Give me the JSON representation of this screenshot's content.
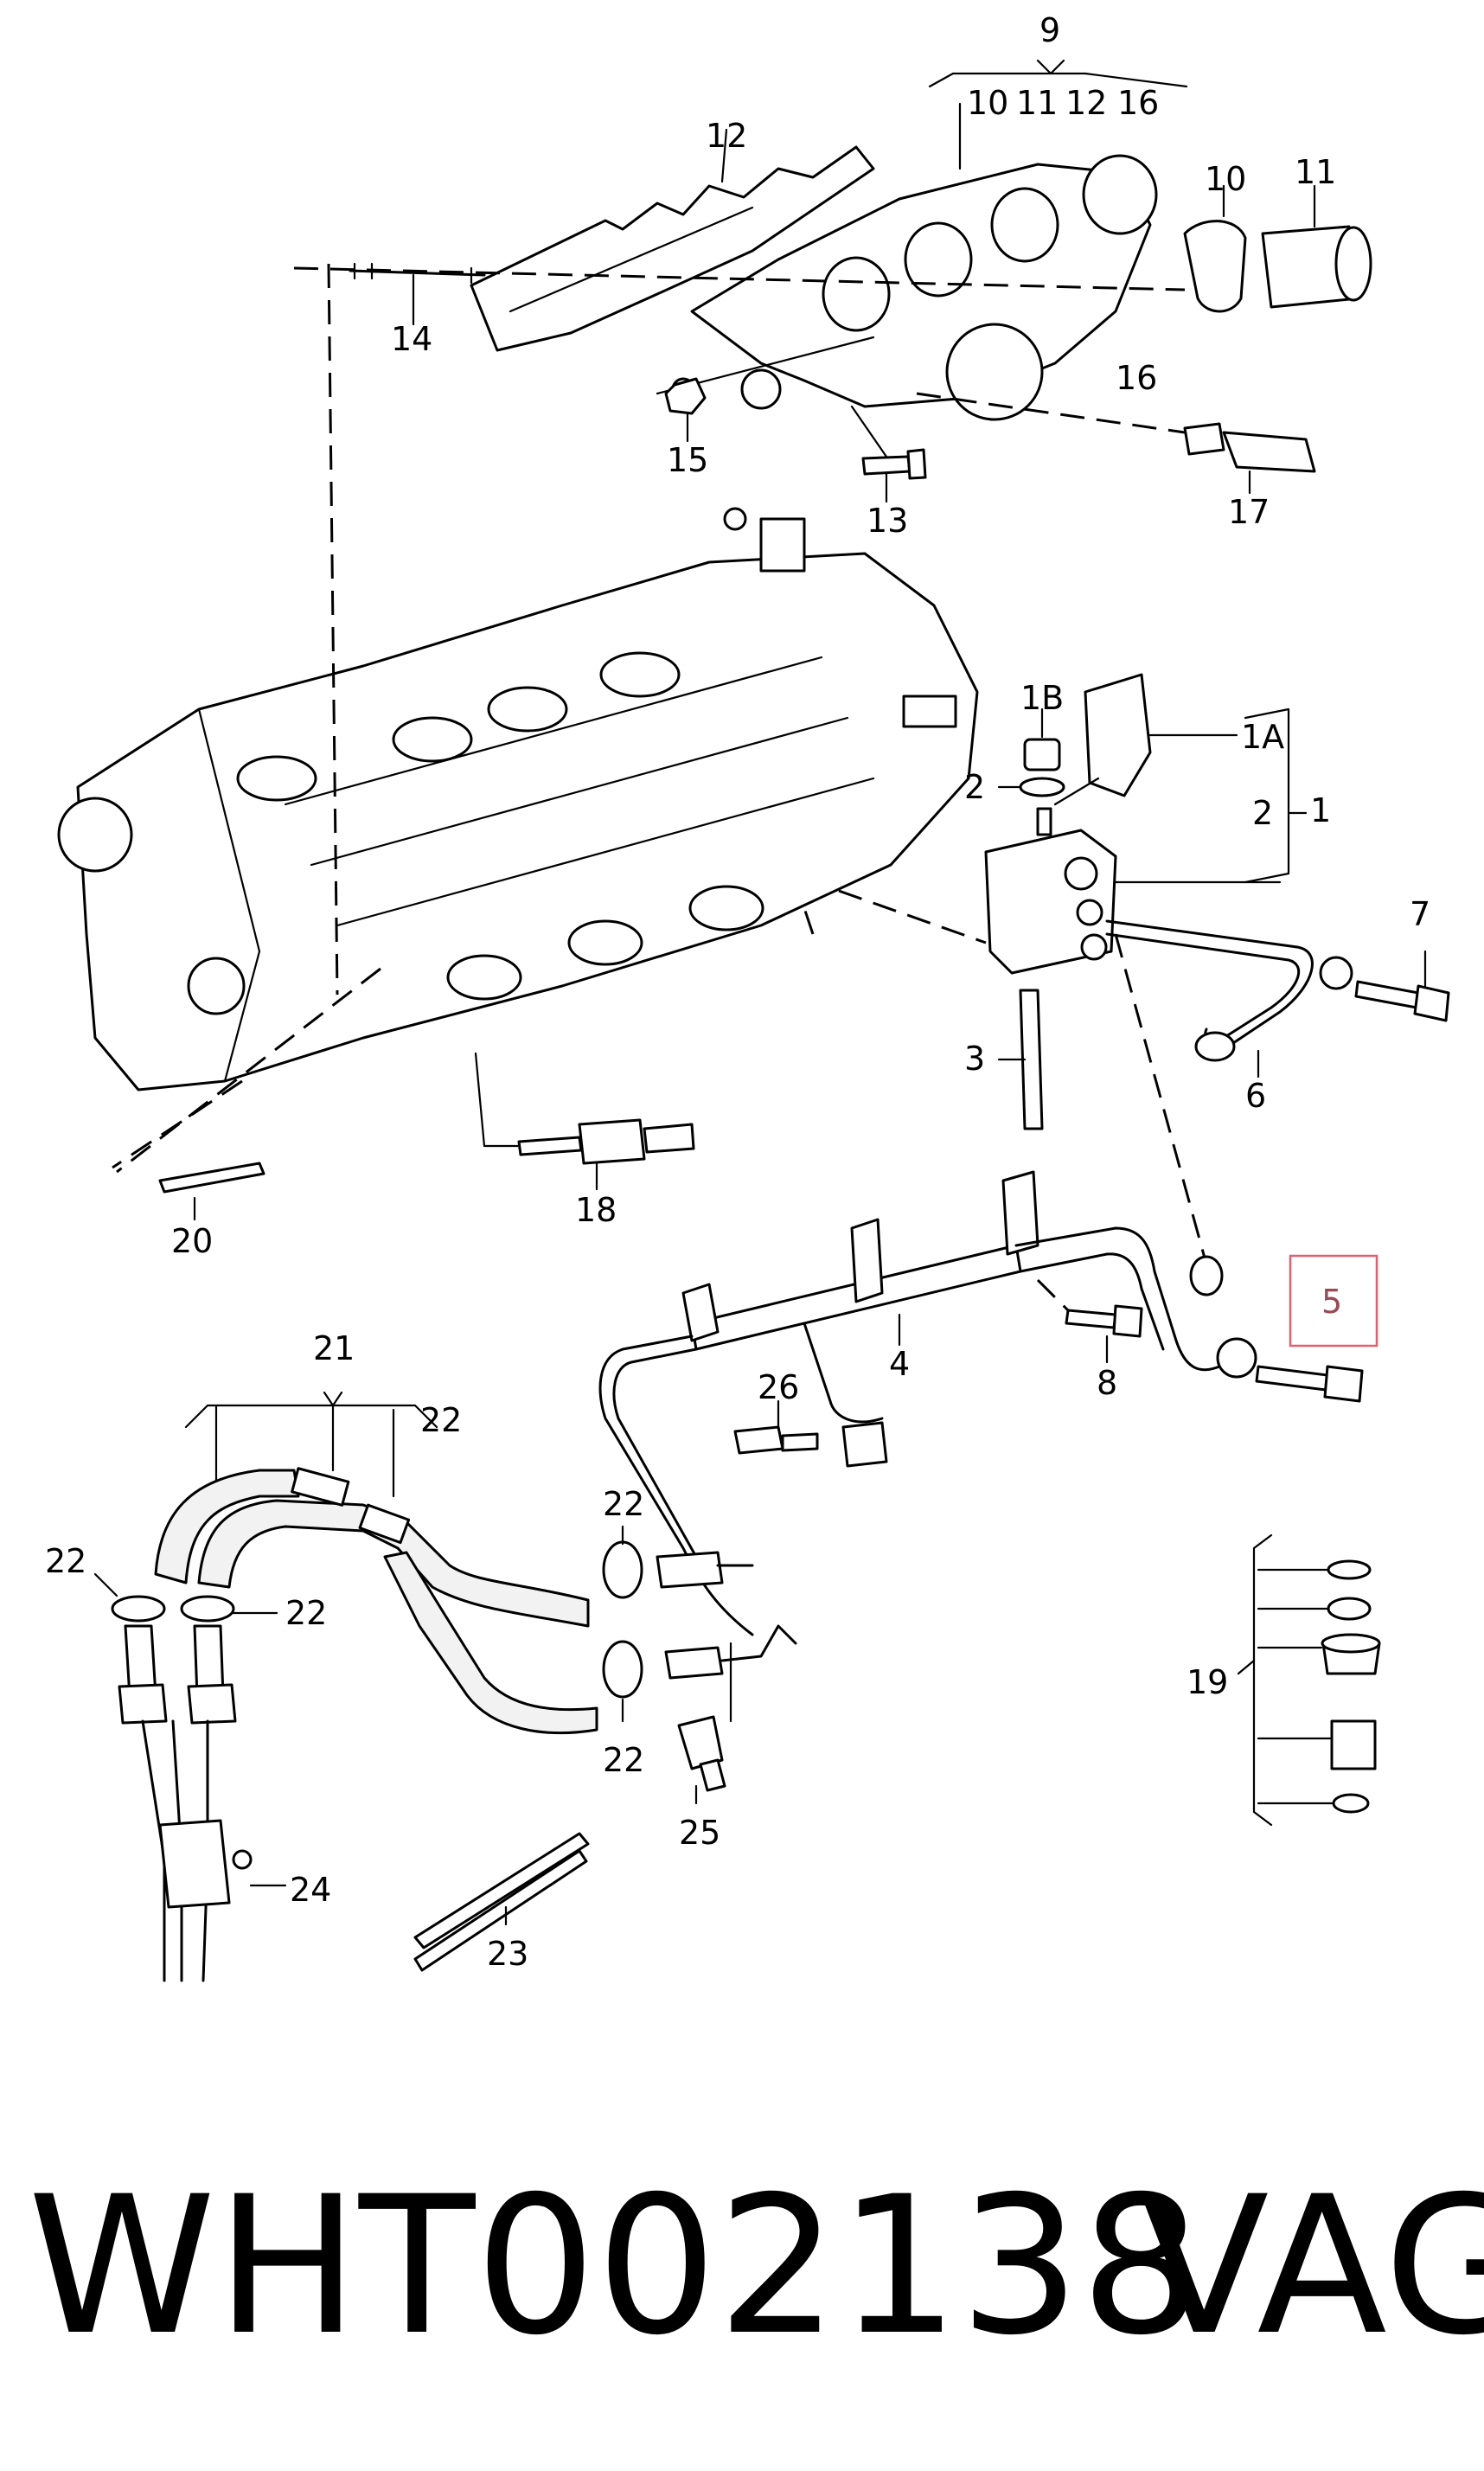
{
  "labels": {
    "l9": "9",
    "l10a": "10",
    "l11a": "11",
    "l12a": "12",
    "l16a": "16",
    "l12": "12",
    "l10": "10",
    "l11": "11",
    "l14": "14",
    "l16": "16",
    "l15": "15",
    "l13": "13",
    "l17": "17",
    "l1B": "1B",
    "l1A": "1A",
    "l2a": "2",
    "l2b": "2",
    "l1": "1",
    "l7": "7",
    "l3": "3",
    "l6": "6",
    "l18": "18",
    "l20": "20",
    "l5": "5",
    "l4": "4",
    "l8": "8",
    "l21": "21",
    "l22a": "22",
    "l22b": "22",
    "l22c": "22",
    "l22d": "22",
    "l22e": "22",
    "l26": "26",
    "l24": "24",
    "l23": "23",
    "l25": "25",
    "l19": "19"
  },
  "highlight": {
    "label": "5",
    "color": "#e06070"
  },
  "footer": {
    "code": "WHT002138",
    "brand": "VAG"
  }
}
